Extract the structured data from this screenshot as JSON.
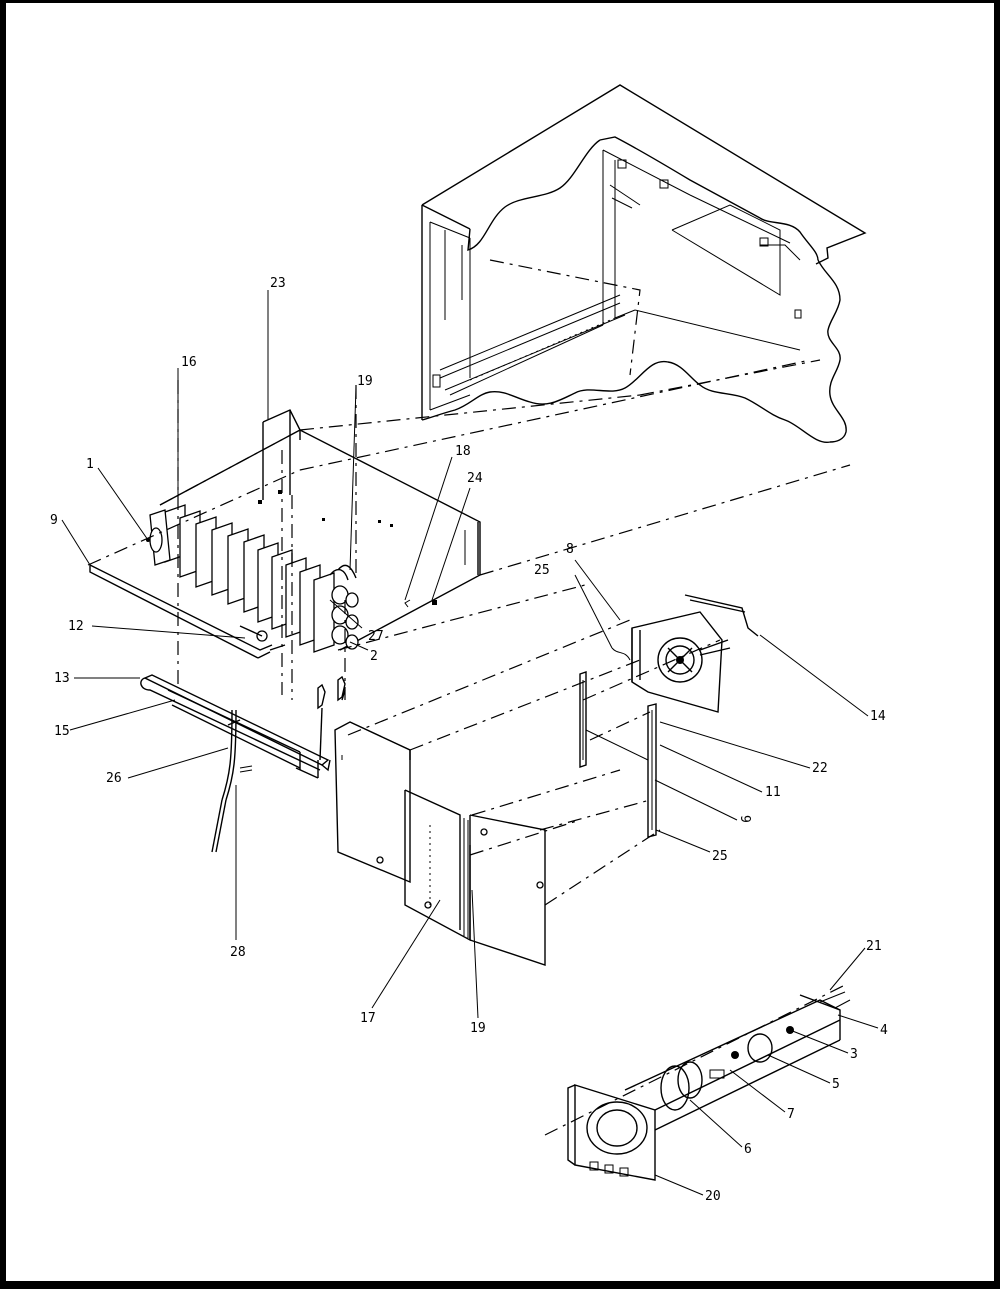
{
  "diagram": {
    "part_labels": {
      "p1": "1",
      "p2": "2",
      "p3": "3",
      "p4": "4",
      "p5": "5",
      "p6": "6",
      "p7": "7",
      "p8": "8",
      "p9": "9",
      "p11": "11",
      "p12": "12",
      "p13": "13",
      "p14": "14",
      "p15": "15",
      "p16": "16",
      "p17": "17",
      "p18": "18",
      "p19a": "19",
      "p19b": "19",
      "p20": "20",
      "p21": "21",
      "p22": "22",
      "p23": "23",
      "p24": "24",
      "p25a": "25",
      "p25b": "25",
      "p26": "26",
      "p27": "27",
      "p28": "28",
      "p9b": "9"
    }
  }
}
